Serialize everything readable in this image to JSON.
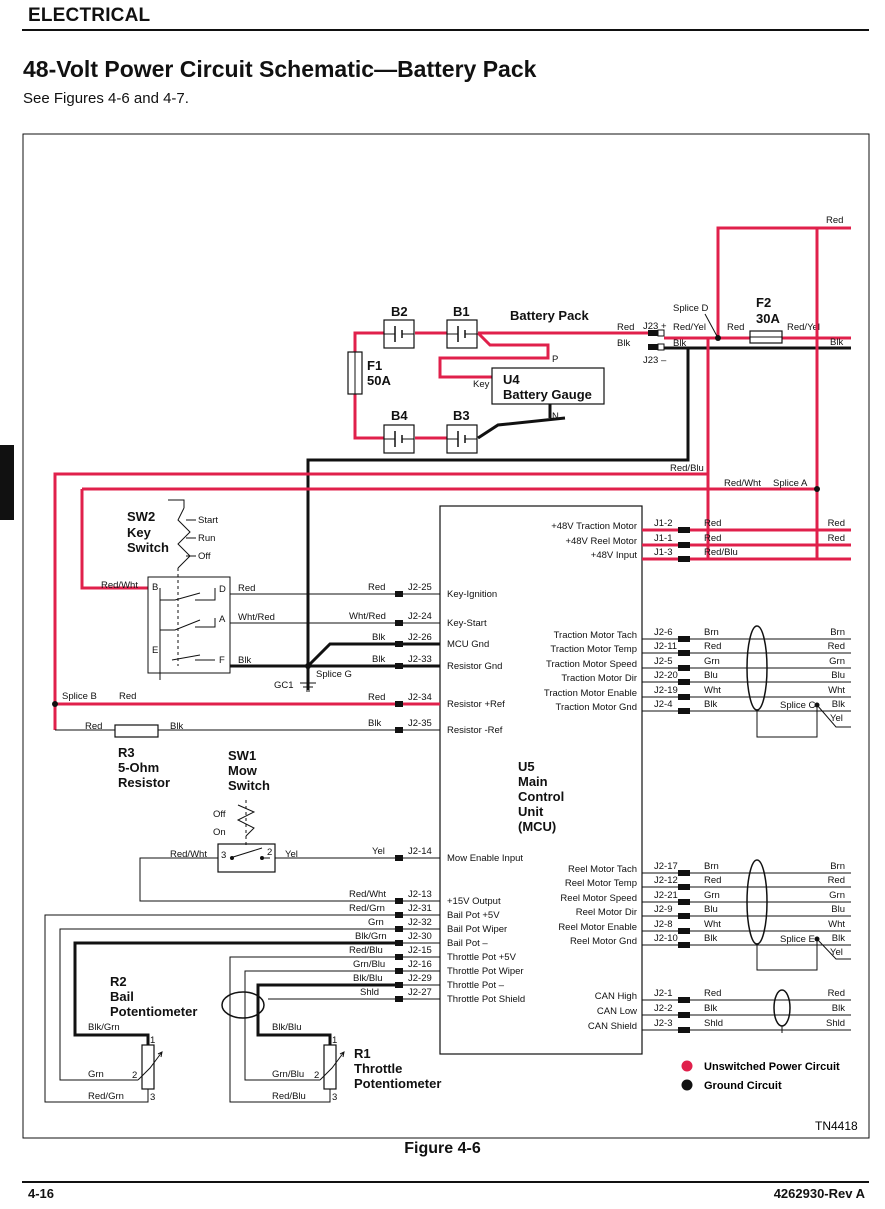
{
  "header": {
    "section": "ELECTRICAL"
  },
  "title": "48-Volt Power Circuit Schematic—Battery Pack",
  "subtitle": "See Figures 4-6 and 4-7.",
  "caption": "Figure 4-6",
  "footer": {
    "page": "4-16",
    "doc": "4262930-Rev A"
  },
  "diagram_id": "TN4418",
  "colors": {
    "power": "#e0204b",
    "ground": "#111111"
  },
  "legend": [
    {
      "label": "Unswitched Power Circuit",
      "color": "#e0204b"
    },
    {
      "label": "Ground Circuit",
      "color": "#111111"
    }
  ],
  "battery": {
    "b1": "B1",
    "b2": "B2",
    "b3": "B3",
    "b4": "B4",
    "pack": "Battery Pack",
    "f1": "F1",
    "f1_rating": "50A",
    "f2": "F2",
    "f2_rating": "30A",
    "u4": "U4",
    "u4_name": "Battery Gauge",
    "key": "Key",
    "p": "P",
    "n": "N",
    "splice_d": "Splice D",
    "j23p": "J23 +",
    "j23n": "J23 –",
    "w_red1": "Red",
    "w_blk1": "Blk",
    "w_redyel1": "Red/Yel",
    "w_blk2": "Blk",
    "w_red2": "Red",
    "w_redyel2": "Red/Yel",
    "w_blk3": "Blk",
    "w_red_top": "Red",
    "w_redblu": "Red/Blu",
    "w_redwht": "Red/Wht",
    "splice_a": "Splice A"
  },
  "sw2": {
    "name": "SW2",
    "line2": "Key",
    "line3": "Switch",
    "start": "Start",
    "run": "Run",
    "off": "Off",
    "b": "B",
    "d": "D",
    "a": "A",
    "e": "E",
    "f": "F"
  },
  "left_wires": {
    "redwht": "Red/Wht",
    "red_d": "Red",
    "whtred_a": "Wht/Red",
    "blk_f": "Blk",
    "splice_b": "Splice B",
    "red_sb": "Red",
    "red_r3": "Red",
    "blk_r3": "Blk",
    "gc1": "GC1",
    "splice_g": "Splice G"
  },
  "r3": {
    "name": "R3",
    "line2": "5-Ohm",
    "line3": "Resistor"
  },
  "sw1": {
    "name": "SW1",
    "line2": "Mow",
    "line3": "Switch",
    "off": "Off",
    "on": "On",
    "p3": "3",
    "p2": "2",
    "w_redwht": "Red/Wht",
    "w_yel": "Yel"
  },
  "u5": {
    "name": "U5",
    "line2": "Main",
    "line3": "Control",
    "line4": "Unit",
    "line5": "(MCU)"
  },
  "mcu_left": [
    {
      "wire": "Red",
      "pin": "J2-25",
      "label": "Key-Ignition"
    },
    {
      "wire": "Wht/Red",
      "pin": "J2-24",
      "label": "Key-Start"
    },
    {
      "wire": "Blk",
      "pin": "J2-26",
      "label": "MCU Gnd"
    },
    {
      "wire": "Blk",
      "pin": "J2-33",
      "label": "Resistor Gnd"
    },
    {
      "wire": "Red",
      "pin": "J2-34",
      "label": "Resistor +Ref"
    },
    {
      "wire": "Blk",
      "pin": "J2-35",
      "label": "Resistor -Ref"
    },
    {
      "wire": "Yel",
      "pin": "J2-14",
      "label": "Mow Enable Input"
    },
    {
      "wire": "Red/Wht",
      "pin": "J2-13",
      "label": "+15V Output"
    },
    {
      "wire": "Red/Grn",
      "pin": "J2-31",
      "label": "Bail Pot +5V"
    },
    {
      "wire": "Grn",
      "pin": "J2-32",
      "label": "Bail Pot Wiper"
    },
    {
      "wire": "Blk/Grn",
      "pin": "J2-30",
      "label": "Bail Pot –"
    },
    {
      "wire": "Red/Blu",
      "pin": "J2-15",
      "label": "Throttle Pot +5V"
    },
    {
      "wire": "Grn/Blu",
      "pin": "J2-16",
      "label": "Throttle Pot Wiper"
    },
    {
      "wire": "Blk/Blu",
      "pin": "J2-29",
      "label": "Throttle Pot –"
    },
    {
      "wire": "Shld",
      "pin": "J2-27",
      "label": "Throttle Pot Shield"
    }
  ],
  "mcu_right_top": [
    {
      "label": "+48V Traction Motor",
      "pin": "J1-2",
      "wire": "Red",
      "far": "Red"
    },
    {
      "label": "+48V Reel Motor",
      "pin": "J1-1",
      "wire": "Red",
      "far": "Red"
    },
    {
      "label": "+48V Input",
      "pin": "J1-3",
      "wire": "Red/Blu",
      "far": ""
    }
  ],
  "mcu_right_traction": [
    {
      "label": "Traction Motor Tach",
      "pin": "J2-6",
      "wire": "Brn",
      "far": "Brn"
    },
    {
      "label": "Traction Motor Temp",
      "pin": "J2-11",
      "wire": "Red",
      "far": "Red"
    },
    {
      "label": "Traction Motor Speed",
      "pin": "J2-5",
      "wire": "Grn",
      "far": "Grn"
    },
    {
      "label": "Traction Motor Dir",
      "pin": "J2-20",
      "wire": "Blu",
      "far": "Blu"
    },
    {
      "label": "Traction Motor Enable",
      "pin": "J2-19",
      "wire": "Wht",
      "far": "Wht"
    },
    {
      "label": "Traction Motor Gnd",
      "pin": "J2-4",
      "wire": "Blk",
      "far": "Blk"
    }
  ],
  "splice_c": "Splice C",
  "yel_c": "Yel",
  "mcu_right_reel": [
    {
      "label": "Reel Motor Tach",
      "pin": "J2-17",
      "wire": "Brn",
      "far": "Brn"
    },
    {
      "label": "Reel Motor Temp",
      "pin": "J2-12",
      "wire": "Red",
      "far": "Red"
    },
    {
      "label": "Reel Motor Speed",
      "pin": "J2-21",
      "wire": "Grn",
      "far": "Grn"
    },
    {
      "label": "Reel Motor Dir",
      "pin": "J2-9",
      "wire": "Blu",
      "far": "Blu"
    },
    {
      "label": "Reel Motor Enable",
      "pin": "J2-8",
      "wire": "Wht",
      "far": "Wht"
    },
    {
      "label": "Reel Motor Gnd",
      "pin": "J2-10",
      "wire": "Blk",
      "far": "Blk"
    }
  ],
  "splice_e": "Splice E",
  "yel_e": "Yel",
  "mcu_right_can": [
    {
      "label": "CAN High",
      "pin": "J2-1",
      "wire": "Red",
      "far": "Red"
    },
    {
      "label": "CAN Low",
      "pin": "J2-2",
      "wire": "Blk",
      "far": "Blk"
    },
    {
      "label": "CAN Shield",
      "pin": "J2-3",
      "wire": "Shld",
      "far": "Shld"
    }
  ],
  "r2": {
    "name": "R2",
    "line2": "Bail",
    "line3": "Potentiometer",
    "w1": "Blk/Grn",
    "w2": "Grn",
    "w3": "Red/Grn",
    "p1": "1",
    "p2": "2",
    "p3": "3"
  },
  "r1": {
    "name": "R1",
    "line2": "Throttle",
    "line3": "Potentiometer",
    "w1": "Blk/Blu",
    "w2": "Grn/Blu",
    "w3": "Red/Blu",
    "p1": "1",
    "p2": "2",
    "p3": "3"
  }
}
